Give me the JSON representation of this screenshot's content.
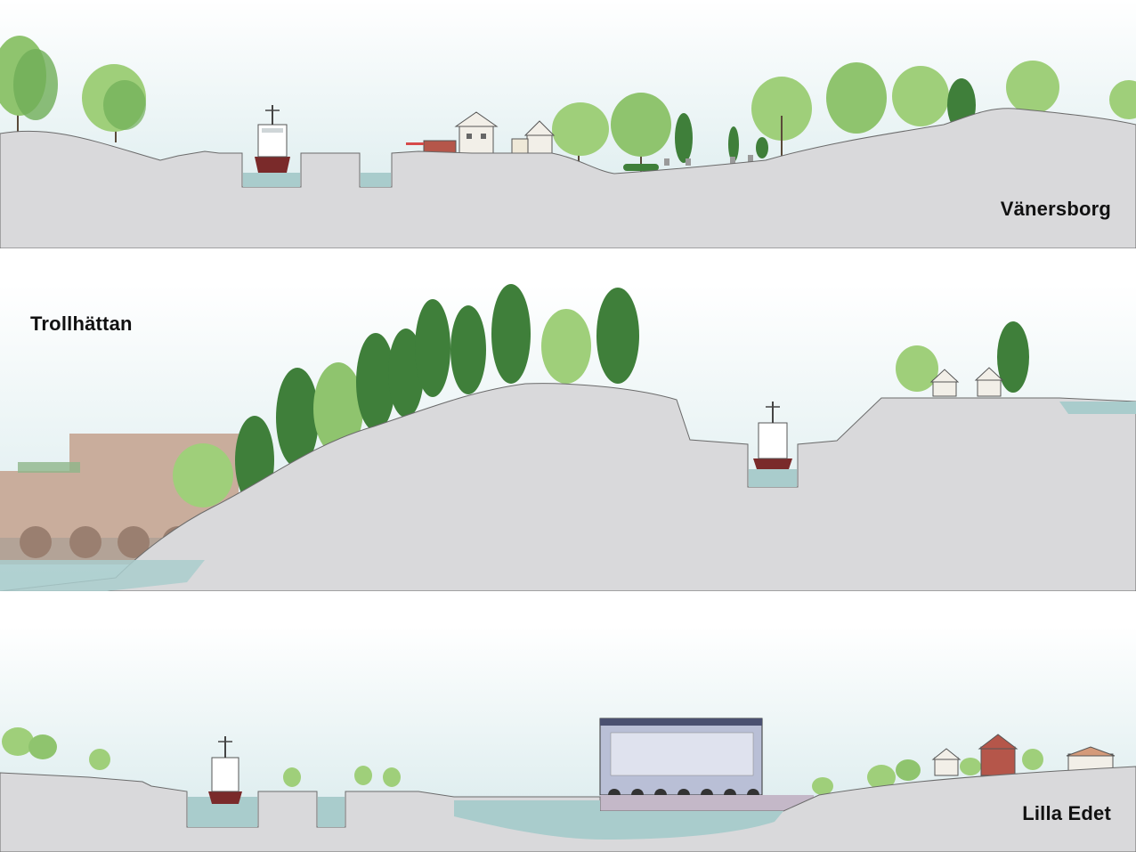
{
  "sections": [
    {
      "id": "vanersborg",
      "label": "Vänersborg"
    },
    {
      "id": "trollhattan",
      "label": "Trollhättan"
    },
    {
      "id": "lilla-edet",
      "label": "Lilla Edet"
    }
  ],
  "colors": {
    "sky_top": "#ffffff",
    "sky_bottom": "#dcebed",
    "ground": "#d9d9db",
    "ground_outline": "#6b6b6b",
    "water": "#a9cccc",
    "tree_light": "#9fcf7a",
    "tree_mid": "#6fae57",
    "tree_dark": "#3f7f3a",
    "trunk": "#5a4a3a",
    "ship_hull": "#7a2a2a",
    "ship_deck": "#ffffff",
    "house_white": "#f2efe8",
    "house_red": "#b5564a",
    "ruin": "#c9ad9c",
    "power_station": "#b9bfd6"
  },
  "icons": [
    "tree-icon",
    "conifer-icon",
    "ship-icon",
    "house-icon",
    "gravestone-icon"
  ]
}
